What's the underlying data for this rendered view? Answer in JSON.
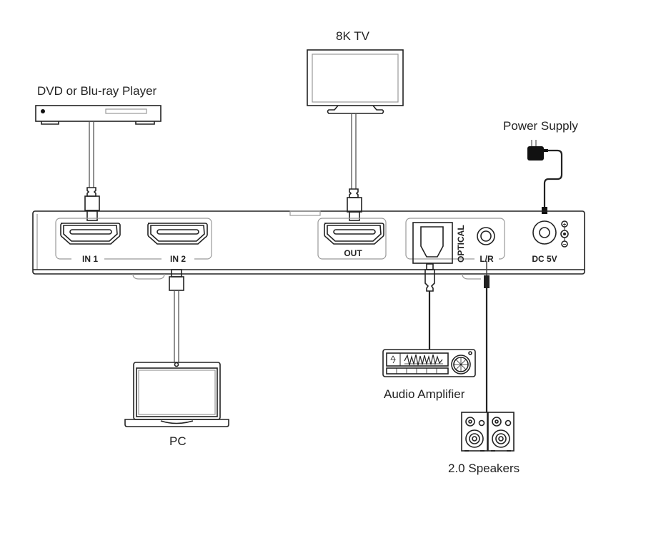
{
  "devices": {
    "dvd": {
      "label": "DVD or Blu-ray Player"
    },
    "tv": {
      "label": "8K TV"
    },
    "power": {
      "label": "Power Supply"
    },
    "pc": {
      "label": "PC"
    },
    "amplifier": {
      "label": "Audio Amplifier"
    },
    "speakers": {
      "label": "2.0 Speakers"
    }
  },
  "switch_panel": {
    "ports": {
      "in1": "IN 1",
      "in2": "IN 2",
      "out": "OUT",
      "optical": "OPTICAL",
      "lr": "L/R",
      "dc": "DC 5V"
    },
    "polarity": {
      "plus": "+",
      "minus": "−"
    }
  },
  "connections": [
    {
      "from": "DVD or Blu-ray Player",
      "to": "IN 1",
      "type": "HDMI"
    },
    {
      "from": "PC",
      "to": "IN 2",
      "type": "HDMI"
    },
    {
      "from": "OUT",
      "to": "8K TV",
      "type": "HDMI"
    },
    {
      "from": "OPTICAL",
      "to": "Audio Amplifier",
      "type": "Optical"
    },
    {
      "from": "L/R",
      "to": "2.0 Speakers",
      "type": "3.5mm"
    },
    {
      "from": "Power Supply",
      "to": "DC 5V",
      "type": "DC"
    }
  ]
}
